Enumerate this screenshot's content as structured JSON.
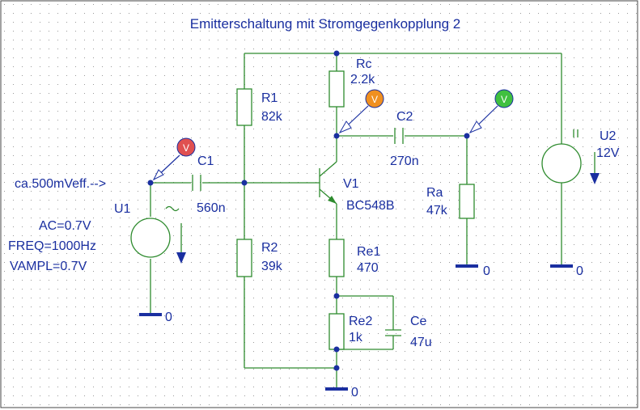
{
  "title": "Emitterschaltung mit Stromgegenkopplung 2",
  "input_label": "ca.500mVeff.-->",
  "colors": {
    "background": "#ffffff",
    "grid": "#9a9a9a",
    "wire": "#2e8b2e",
    "text": "#1a2fa0",
    "probe_red": "#e05050",
    "probe_orange": "#f09020",
    "probe_green": "#40c040"
  },
  "components": {
    "R1": {
      "name": "R1",
      "value": "82k"
    },
    "R2": {
      "name": "R2",
      "value": "39k"
    },
    "Rc": {
      "name": "Rc",
      "value": "2.2k"
    },
    "Re1": {
      "name": "Re1",
      "value": "470"
    },
    "Re2": {
      "name": "Re2",
      "value": "1k"
    },
    "Ra": {
      "name": "Ra",
      "value": "47k"
    },
    "C1": {
      "name": "C1",
      "value": "560n"
    },
    "C2": {
      "name": "C2",
      "value": "270n"
    },
    "Ce": {
      "name": "Ce",
      "value": "47u"
    },
    "V1": {
      "name": "V1",
      "value": "BC548B"
    },
    "U1": {
      "name": "U1",
      "ac": "AC=0.7V",
      "freq": "FREQ=1000Hz",
      "vampl": "VAMPL=0.7V"
    },
    "U2": {
      "name": "U2",
      "value": "12V"
    }
  },
  "probe_label": "V",
  "ground_label": "0"
}
